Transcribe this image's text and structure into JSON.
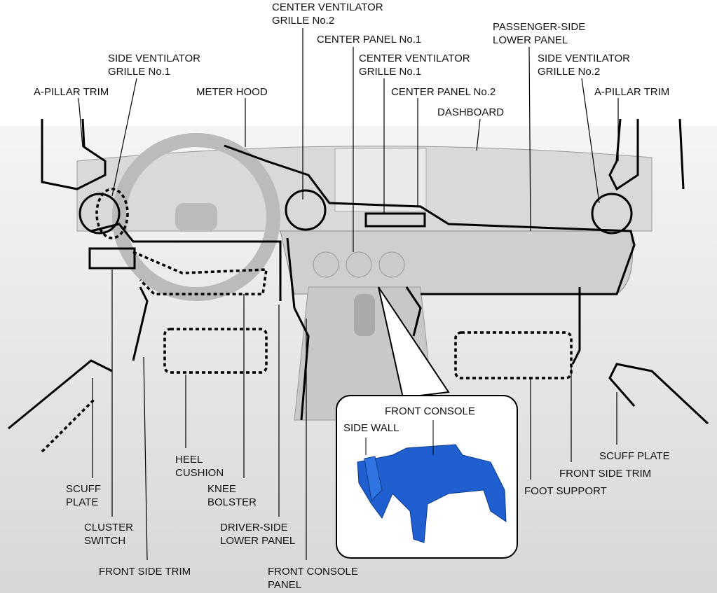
{
  "labels": {
    "cvg2": [
      "CENTER VENTILATOR",
      "GRILLE No.2"
    ],
    "cp1": [
      "CENTER PANEL No.1"
    ],
    "svg1": [
      "SIDE VENTILATOR",
      "GRILLE No.1"
    ],
    "cvg1": [
      "CENTER VENTILATOR",
      "GRILLE No.1"
    ],
    "pslp": [
      "PASSENGER-SIDE",
      "LOWER PANEL"
    ],
    "svg2": [
      "SIDE VENTILATOR",
      "GRILLE No.2"
    ],
    "apl": [
      "A-PILLAR TRIM"
    ],
    "mh": [
      "METER HOOD"
    ],
    "cp2": [
      "CENTER PANEL No.2"
    ],
    "apr": [
      "A-PILLAR TRIM"
    ],
    "dash": [
      "DASHBOARD"
    ],
    "fc": [
      "FRONT CONSOLE"
    ],
    "sw": [
      "SIDE WALL"
    ],
    "spr": [
      "SCUFF PLATE"
    ],
    "fstr": [
      "FRONT SIDE TRIM"
    ],
    "fs": [
      "FOOT SUPPORT"
    ],
    "hc": [
      "HEEL",
      "CUSHION"
    ],
    "kb": [
      "KNEE",
      "BOLSTER"
    ],
    "spl": [
      "SCUFF",
      "PLATE"
    ],
    "dslp": [
      "DRIVER-SIDE",
      "LOWER PANEL"
    ],
    "cs": [
      "CLUSTER",
      "SWITCH"
    ],
    "fstl": [
      "FRONT SIDE TRIM"
    ],
    "fcp": [
      "FRONT CONSOLE",
      "PANEL"
    ]
  },
  "colors": {
    "highlight_part": "#1f5fd0",
    "interior": "#d6d6d6"
  }
}
